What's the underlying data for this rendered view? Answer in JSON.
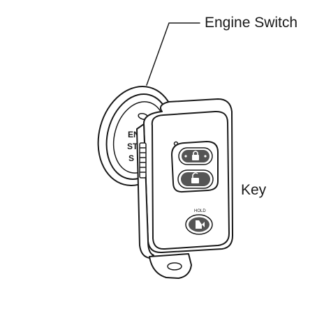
{
  "labels": {
    "engine_switch": "Engine Switch",
    "key": "Key"
  },
  "engine_switch_face": {
    "line1": "EN",
    "line2": "ST",
    "line3": "S"
  },
  "fob": {
    "hold_label": "HOLD"
  },
  "colors": {
    "ink": "#1a1a1a",
    "background": "#ffffff"
  },
  "icons": [
    "lock-icon",
    "unlock-icon",
    "trunk-icon"
  ]
}
